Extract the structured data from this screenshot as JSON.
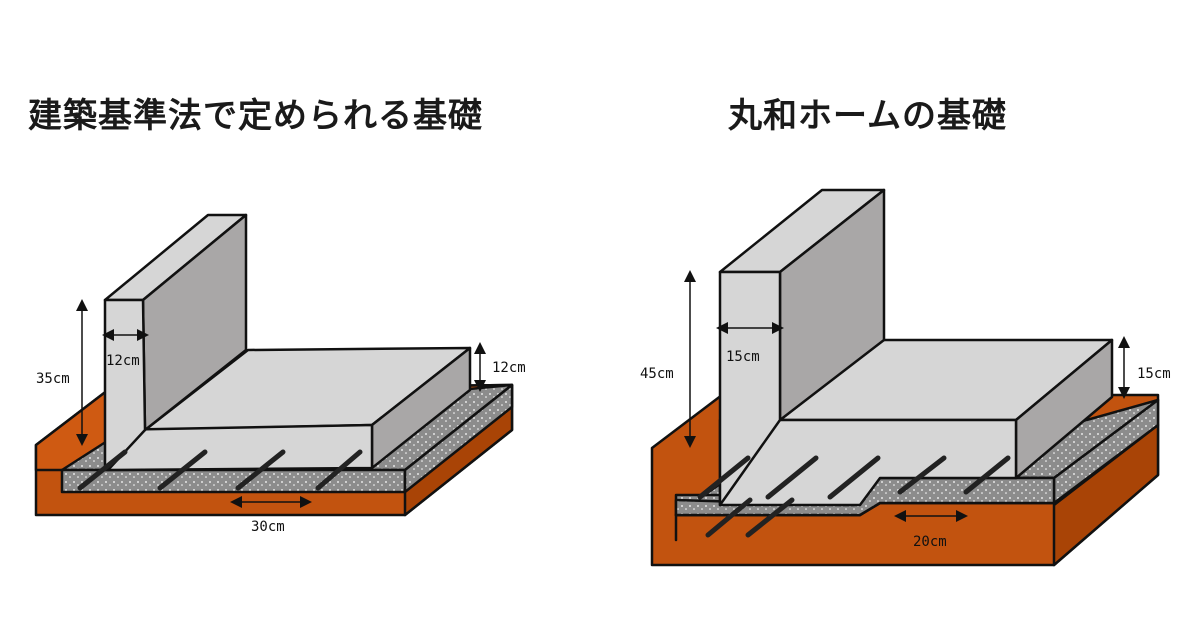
{
  "left": {
    "title": "建築基準法で定められる基礎",
    "dim_height": "35cm",
    "dim_wall": "12cm",
    "dim_slab": "12cm",
    "dim_rebar": "30cm"
  },
  "right": {
    "title": "丸和ホームの基礎",
    "dim_height": "45cm",
    "dim_wall": "15cm",
    "dim_slab": "15cm",
    "dim_rebar": "20cm"
  },
  "colors": {
    "soil": "#c2530f",
    "gravel": "#8c8c8c",
    "concrete_light": "#d6d6d6",
    "concrete_dark": "#a9a7a7",
    "outline": "#111111"
  }
}
